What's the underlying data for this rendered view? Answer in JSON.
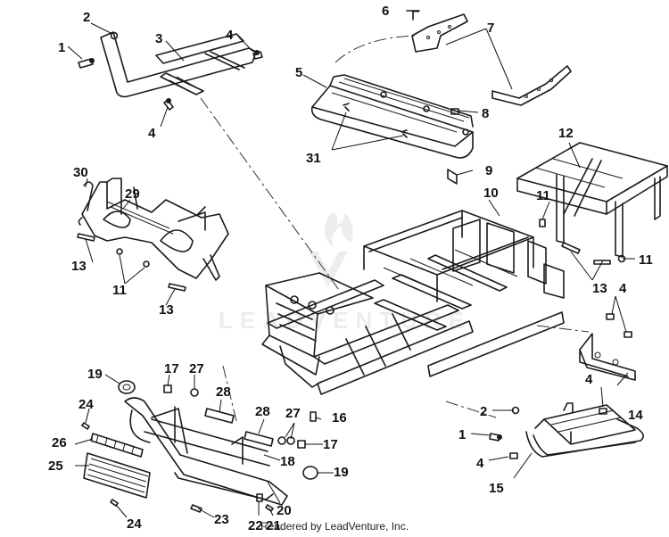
{
  "diagram": {
    "callouts": [
      "1",
      "2",
      "3",
      "4",
      "4",
      "5",
      "6",
      "7",
      "8",
      "9",
      "10",
      "11",
      "11",
      "11",
      "12",
      "13",
      "13",
      "13",
      "4",
      "4",
      "14",
      "2",
      "1",
      "4",
      "15",
      "16",
      "17",
      "17",
      "19",
      "19",
      "24",
      "24",
      "25",
      "26",
      "27",
      "27",
      "28",
      "28",
      "18",
      "20",
      "21",
      "22",
      "23",
      "29",
      "30",
      "31"
    ],
    "watermark": "LEADVENTURE",
    "credit": "Rendered by LeadVenture, Inc."
  }
}
